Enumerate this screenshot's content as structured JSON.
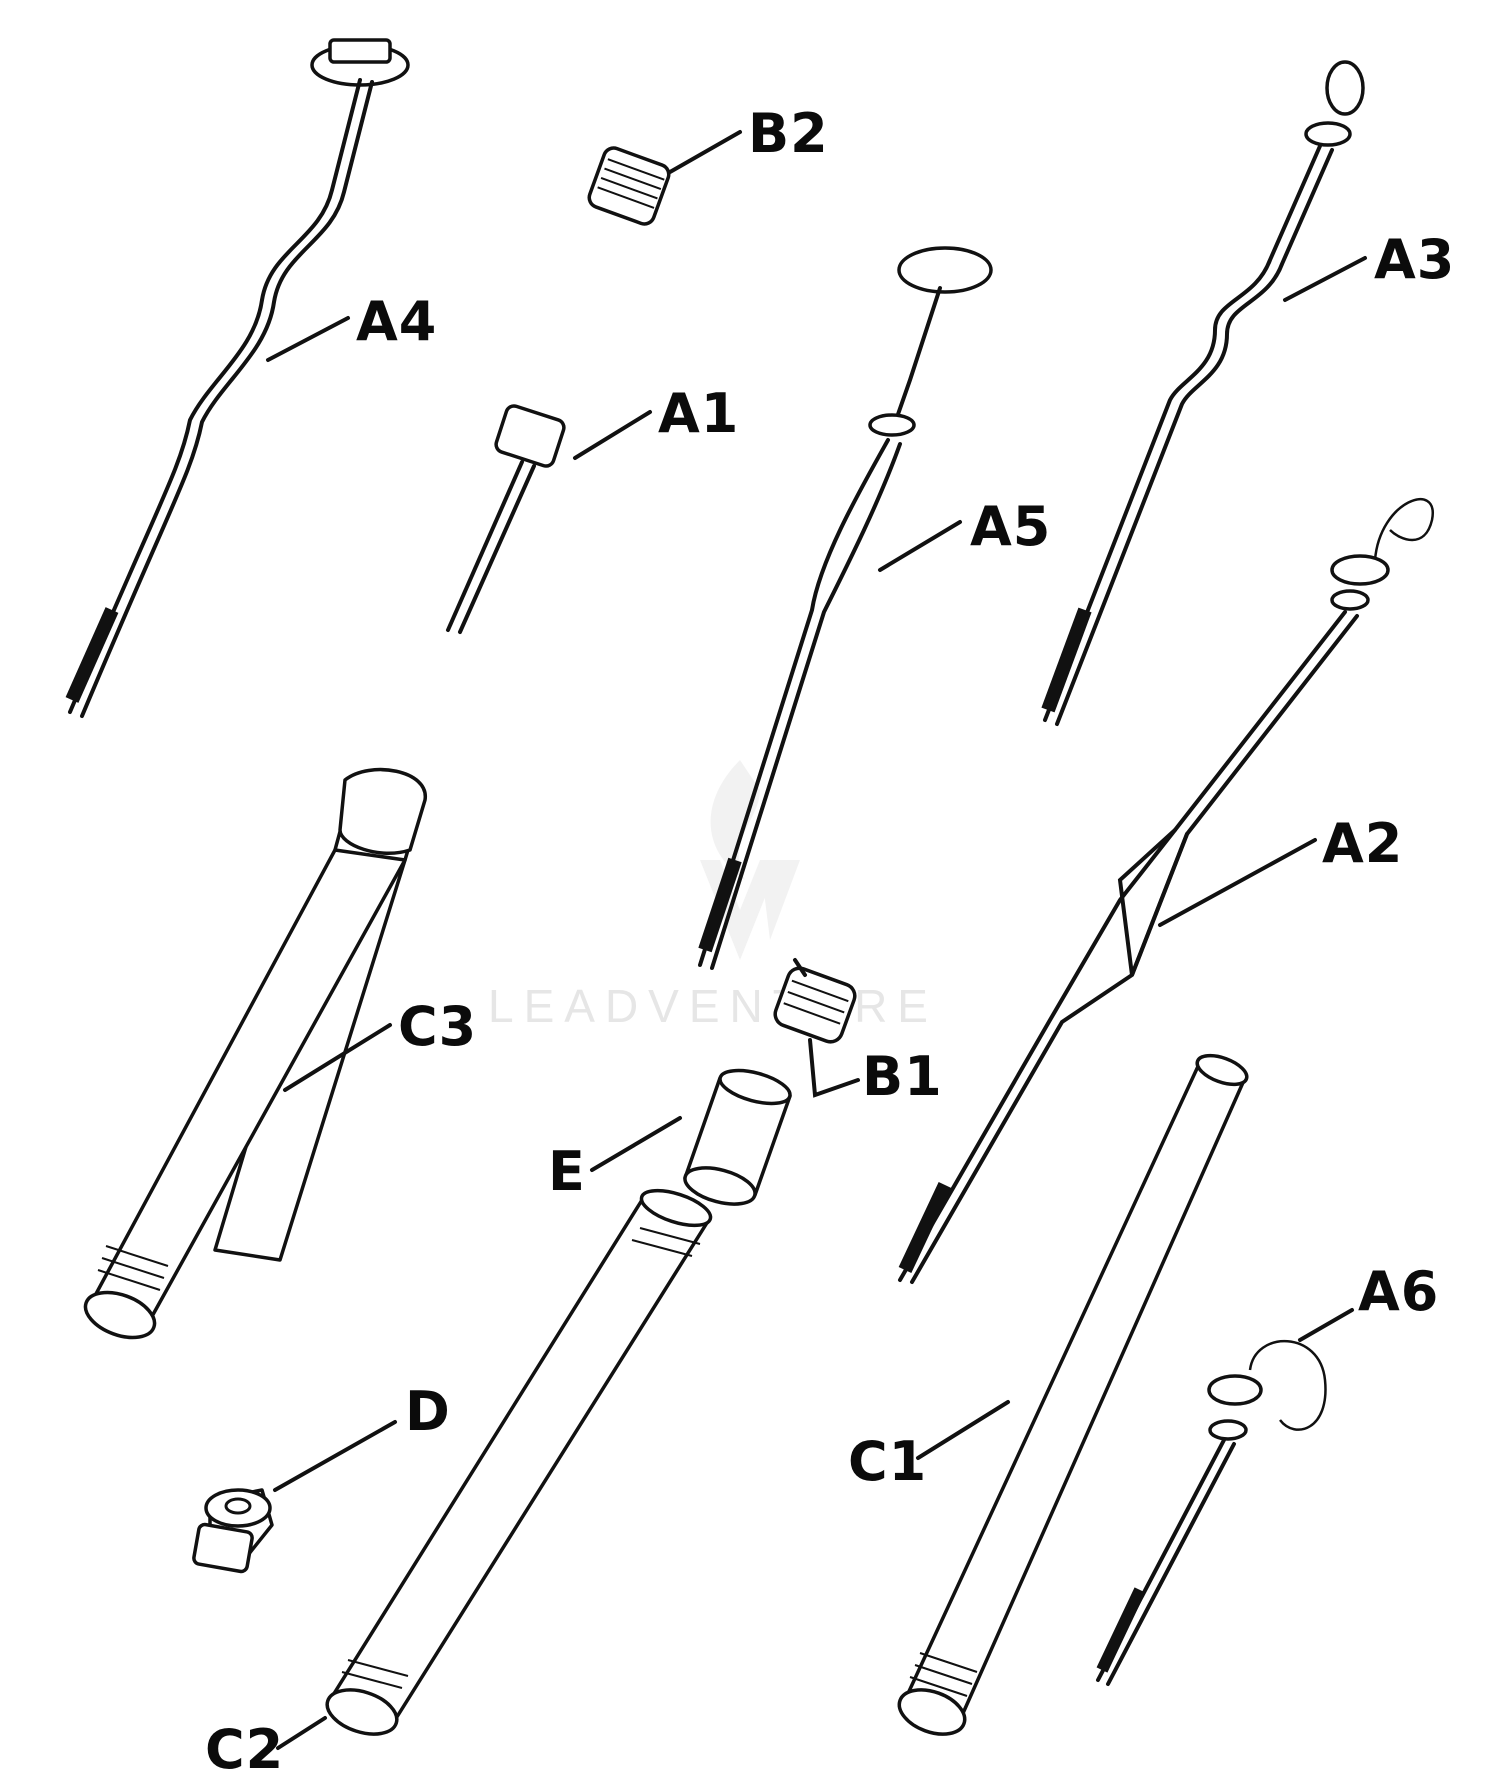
{
  "callouts": {
    "a1": "A1",
    "a2": "A2",
    "a3": "A3",
    "a4": "A4",
    "a5": "A5",
    "a6": "A6",
    "b1": "B1",
    "b2": "B2",
    "c1": "C1",
    "c2": "C2",
    "c3": "C3",
    "d": "D",
    "e": "E"
  },
  "watermark": {
    "text": "LEADVENTURE"
  },
  "colors": {
    "ink": "#111111",
    "paper": "#ffffff",
    "watermark": "#e6e6e6"
  }
}
